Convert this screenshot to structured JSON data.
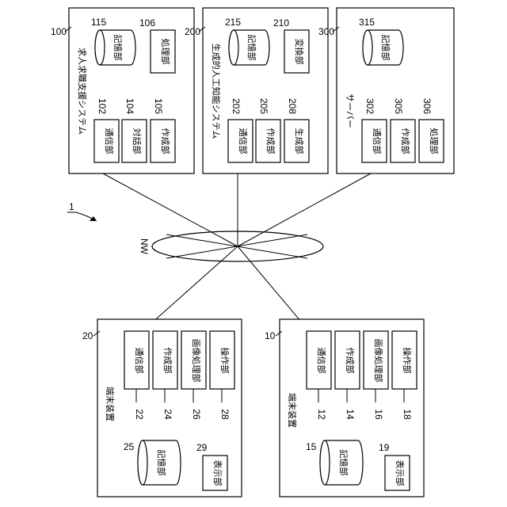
{
  "figure": {
    "system_ref": "1",
    "network_label": "NW",
    "job_support_system": {
      "ref": "100",
      "title": "求人求職支援システム",
      "units": [
        {
          "ref": "115",
          "label": "記憶部",
          "kind": "storage"
        },
        {
          "ref": "106",
          "label": "処理部"
        },
        {
          "ref": "102",
          "label": "通信部"
        },
        {
          "ref": "104",
          "label": "対話部"
        },
        {
          "ref": "105",
          "label": "作成部"
        }
      ]
    },
    "generative_ai_system": {
      "ref": "200",
      "title": "生成的人工知能システム",
      "units": [
        {
          "ref": "215",
          "label": "記憶部",
          "kind": "storage"
        },
        {
          "ref": "210",
          "label": "変換部"
        },
        {
          "ref": "202",
          "label": "通信部"
        },
        {
          "ref": "205",
          "label": "作成部"
        },
        {
          "ref": "208",
          "label": "生成部"
        }
      ]
    },
    "server": {
      "ref": "300",
      "title": "サーバー",
      "units": [
        {
          "ref": "315",
          "label": "記憶部",
          "kind": "storage"
        },
        {
          "ref": "302",
          "label": "通信部"
        },
        {
          "ref": "305",
          "label": "作成部"
        },
        {
          "ref": "306",
          "label": "処理部"
        }
      ]
    },
    "terminal_20": {
      "ref": "20",
      "title": "端末装置",
      "units": [
        {
          "ref": "22",
          "label": "通信部"
        },
        {
          "ref": "24",
          "label": "作成部"
        },
        {
          "ref": "26",
          "label": "画像処理部"
        },
        {
          "ref": "28",
          "label": "操作部"
        },
        {
          "ref": "25",
          "label": "記憶部",
          "kind": "storage"
        },
        {
          "ref": "29",
          "label": "表示部"
        }
      ]
    },
    "terminal_10": {
      "ref": "10",
      "title": "端末装置",
      "units": [
        {
          "ref": "12",
          "label": "通信部"
        },
        {
          "ref": "14",
          "label": "作成部"
        },
        {
          "ref": "16",
          "label": "画像処理部"
        },
        {
          "ref": "18",
          "label": "操作部"
        },
        {
          "ref": "15",
          "label": "記憶部",
          "kind": "storage"
        },
        {
          "ref": "19",
          "label": "表示部"
        }
      ]
    }
  }
}
